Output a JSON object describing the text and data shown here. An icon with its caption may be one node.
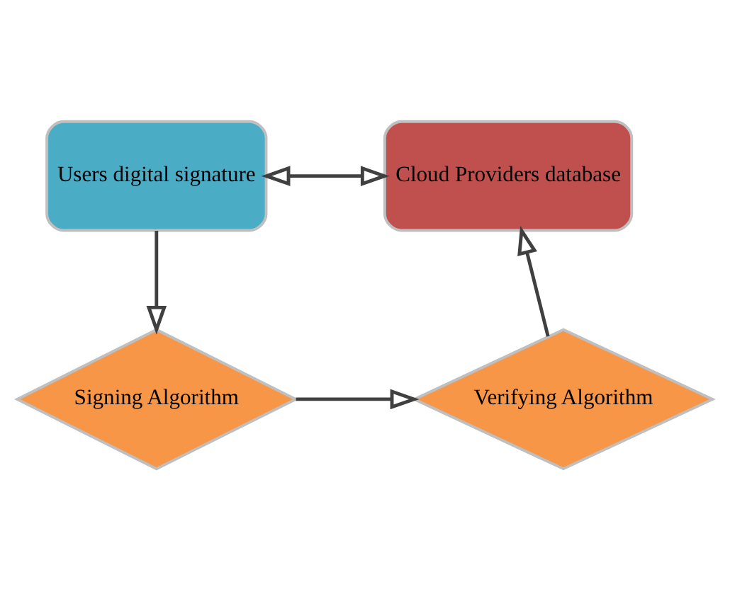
{
  "diagram": {
    "nodes": [
      {
        "text": [
          "Users digital signature"
        ]
      },
      {
        "text": [
          "Cloud Providers database"
        ]
      },
      {
        "text": [
          "Signing Algorithm"
        ]
      },
      {
        "text": [
          "Verifying Algorithm"
        ]
      }
    ],
    "edges": [
      {
        "from": 0,
        "to": 1,
        "arrow": "both"
      },
      {
        "from": 0,
        "to": 2,
        "arrow": "to"
      },
      {
        "from": 2,
        "to": 3,
        "arrow": "to"
      },
      {
        "from": 3,
        "to": 1,
        "arrow": "to"
      }
    ]
  }
}
